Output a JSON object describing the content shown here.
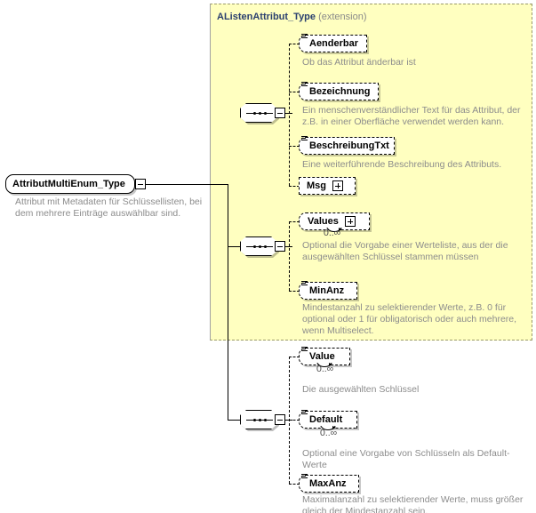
{
  "diagram": {
    "kind": "xsd-schema-element-diagram",
    "root": {
      "name": "AttributMultiEnum_Type",
      "documentation": "Attribut mit Metadaten für Schlüssellisten, bei dem mehrere Einträge auswählbar sind.",
      "toggle": "minus"
    },
    "extension_group": {
      "base_type": "AListenAttribut_Type",
      "kind_label": "(extension)",
      "background": "#ffffc0",
      "sequences": [
        {
          "compositor": "sequence",
          "toggle": "minus",
          "children": [
            {
              "name": "Aenderbar",
              "documentation": "Ob das Attribut änderbar ist",
              "toggle": null,
              "cardinality": null,
              "has_attr_glyph": true,
              "repeatable": false
            },
            {
              "name": "Bezeichnung",
              "documentation": "Ein menschenverständlicher Text für das Attribut, der z.B. in einer Oberfläche verwendet werden kann.",
              "toggle": null,
              "cardinality": null,
              "has_attr_glyph": true,
              "repeatable": false
            },
            {
              "name": "BeschreibungTxt",
              "documentation": "Eine weiterführende Beschreibung des Attributs.",
              "toggle": null,
              "cardinality": null,
              "has_attr_glyph": true,
              "repeatable": false
            },
            {
              "name": "Msg",
              "documentation": "",
              "toggle": "plus",
              "cardinality": null,
              "has_attr_glyph": false,
              "repeatable": false
            }
          ]
        },
        {
          "compositor": "sequence",
          "toggle": "minus",
          "children": [
            {
              "name": "Values",
              "documentation": "Optional die Vorgabe einer Werteliste, aus der die ausgewählten Schlüssel stammen müssen",
              "toggle": "plus",
              "cardinality": "0..∞",
              "has_attr_glyph": false,
              "repeatable": true
            },
            {
              "name": "MinAnz",
              "documentation": "Mindestanzahl zu selektierender Werte, z.B. 0 für optional oder 1 für obligatorisch oder auch mehrere, wenn Multiselect.",
              "toggle": null,
              "cardinality": null,
              "has_attr_glyph": true,
              "repeatable": false
            }
          ]
        },
        {
          "compositor": "sequence",
          "toggle": "minus",
          "in_extension": false,
          "children": [
            {
              "name": "Value",
              "documentation": "Die ausgewählten Schlüssel",
              "toggle": null,
              "cardinality": "0..∞",
              "has_attr_glyph": true,
              "repeatable": true
            },
            {
              "name": "Default",
              "documentation": "Optional eine Vorgabe von Schlüsseln als Default-Werte",
              "toggle": null,
              "cardinality": "0..∞",
              "has_attr_glyph": true,
              "repeatable": true
            },
            {
              "name": "MaxAnz",
              "documentation": "Maximalanzahl zu selektierender Werte, muss größer gleich der Mindestanzahl sein.",
              "toggle": null,
              "cardinality": null,
              "has_attr_glyph": true,
              "repeatable": false
            }
          ]
        }
      ]
    }
  }
}
